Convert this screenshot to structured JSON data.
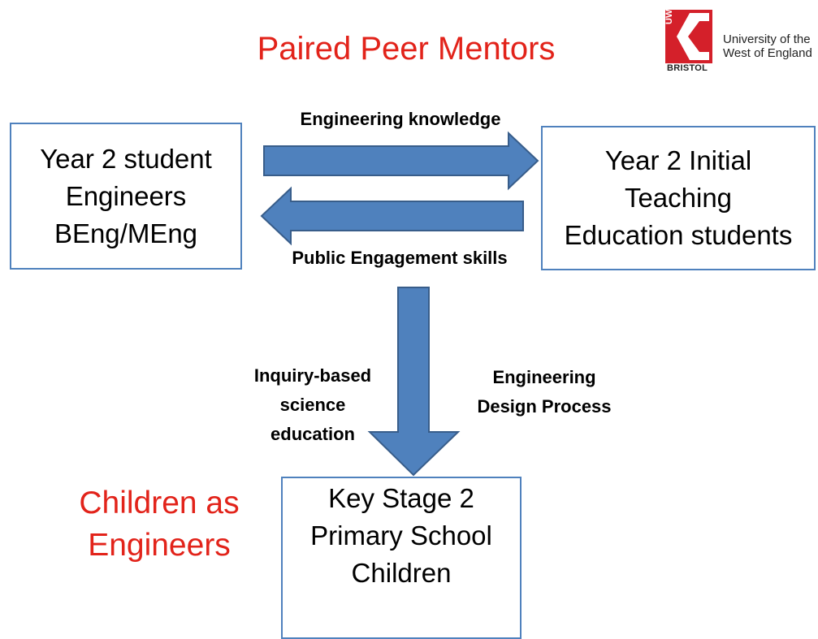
{
  "title": "Paired Peer Mentors",
  "logo": {
    "mark_text": "UWE",
    "subtext": "BRISTOL",
    "university_line1": "University of the",
    "university_line2": "West of England",
    "mark_color": "#d4202a"
  },
  "boxes": {
    "left": {
      "lines": [
        "Year 2 student",
        "Engineers",
        "BEng/MEng"
      ]
    },
    "right": {
      "lines": [
        "Year 2 Initial",
        "Teaching",
        "Education students"
      ]
    },
    "bottom": {
      "lines": [
        "Key Stage 2",
        "Primary School",
        "Children"
      ]
    }
  },
  "arrow_labels": {
    "top": "Engineering knowledge",
    "bottom": "Public Engagement skills",
    "inquiry": [
      "Inquiry-based",
      "science",
      "education"
    ],
    "design": [
      "Engineering",
      "Design Process"
    ]
  },
  "side_heading": [
    "Children as",
    "Engineers"
  ],
  "colors": {
    "accent_red": "#e2231a",
    "arrow_fill": "#4f81bd",
    "arrow_stroke": "#385d8a",
    "box_border": "#4f81bd"
  }
}
